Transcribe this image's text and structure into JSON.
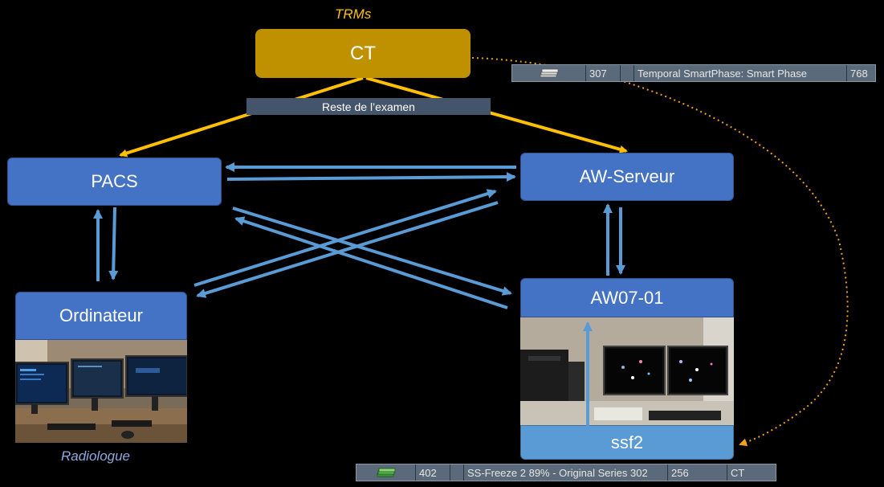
{
  "labels": {
    "trms": "TRMs",
    "radiologue": "Radiologue",
    "banner": "Reste de l’examen"
  },
  "nodes": {
    "ct": "CT",
    "pacs": "PACS",
    "aw_serveur": "AW-Serveur",
    "ordinateur": "Ordinateur",
    "aw07": "AW07-01",
    "ssf2": "ssf2"
  },
  "series_top": {
    "icon": "image-stack-icon",
    "number": "307",
    "description": "Temporal SmartPhase: Smart Phase",
    "count": "768"
  },
  "series_bottom": {
    "icon": "image-stack-green-icon",
    "number": "402",
    "description": "SS-Freeze 2 89% - Original Series 302",
    "count": "256",
    "modality": "CT"
  },
  "colors": {
    "gold": "#bf9000",
    "arrow_gold": "#ffc000",
    "node_blue": "#4472c4",
    "arrow_blue": "#5b9bd5",
    "label_blue": "#8faadc",
    "dotted_orange": "#f0a020"
  }
}
